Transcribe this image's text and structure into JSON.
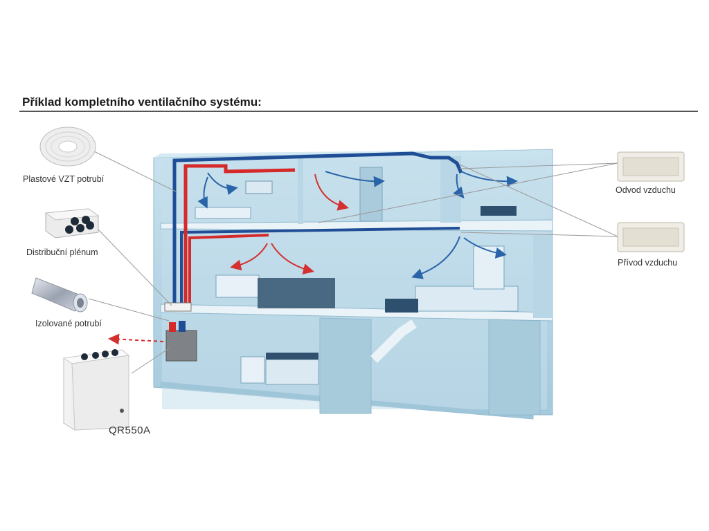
{
  "title": "Příklad kompletního ventilačního systému:",
  "components": {
    "plastic_duct": "Plastové VZT potrubí",
    "plenum": "Distribuční plénum",
    "insulated_duct": "Izolované potrubí",
    "exhaust_grille": "Odvod vzduchu",
    "supply_grille": "Přívod vzduchu",
    "unit_model": "QR550A"
  },
  "colors": {
    "supply_duct": "#d42a2a",
    "extract_duct": "#1f4e96",
    "house_wall": "#a9cde0",
    "house_floor": "#7fa9c4"
  }
}
